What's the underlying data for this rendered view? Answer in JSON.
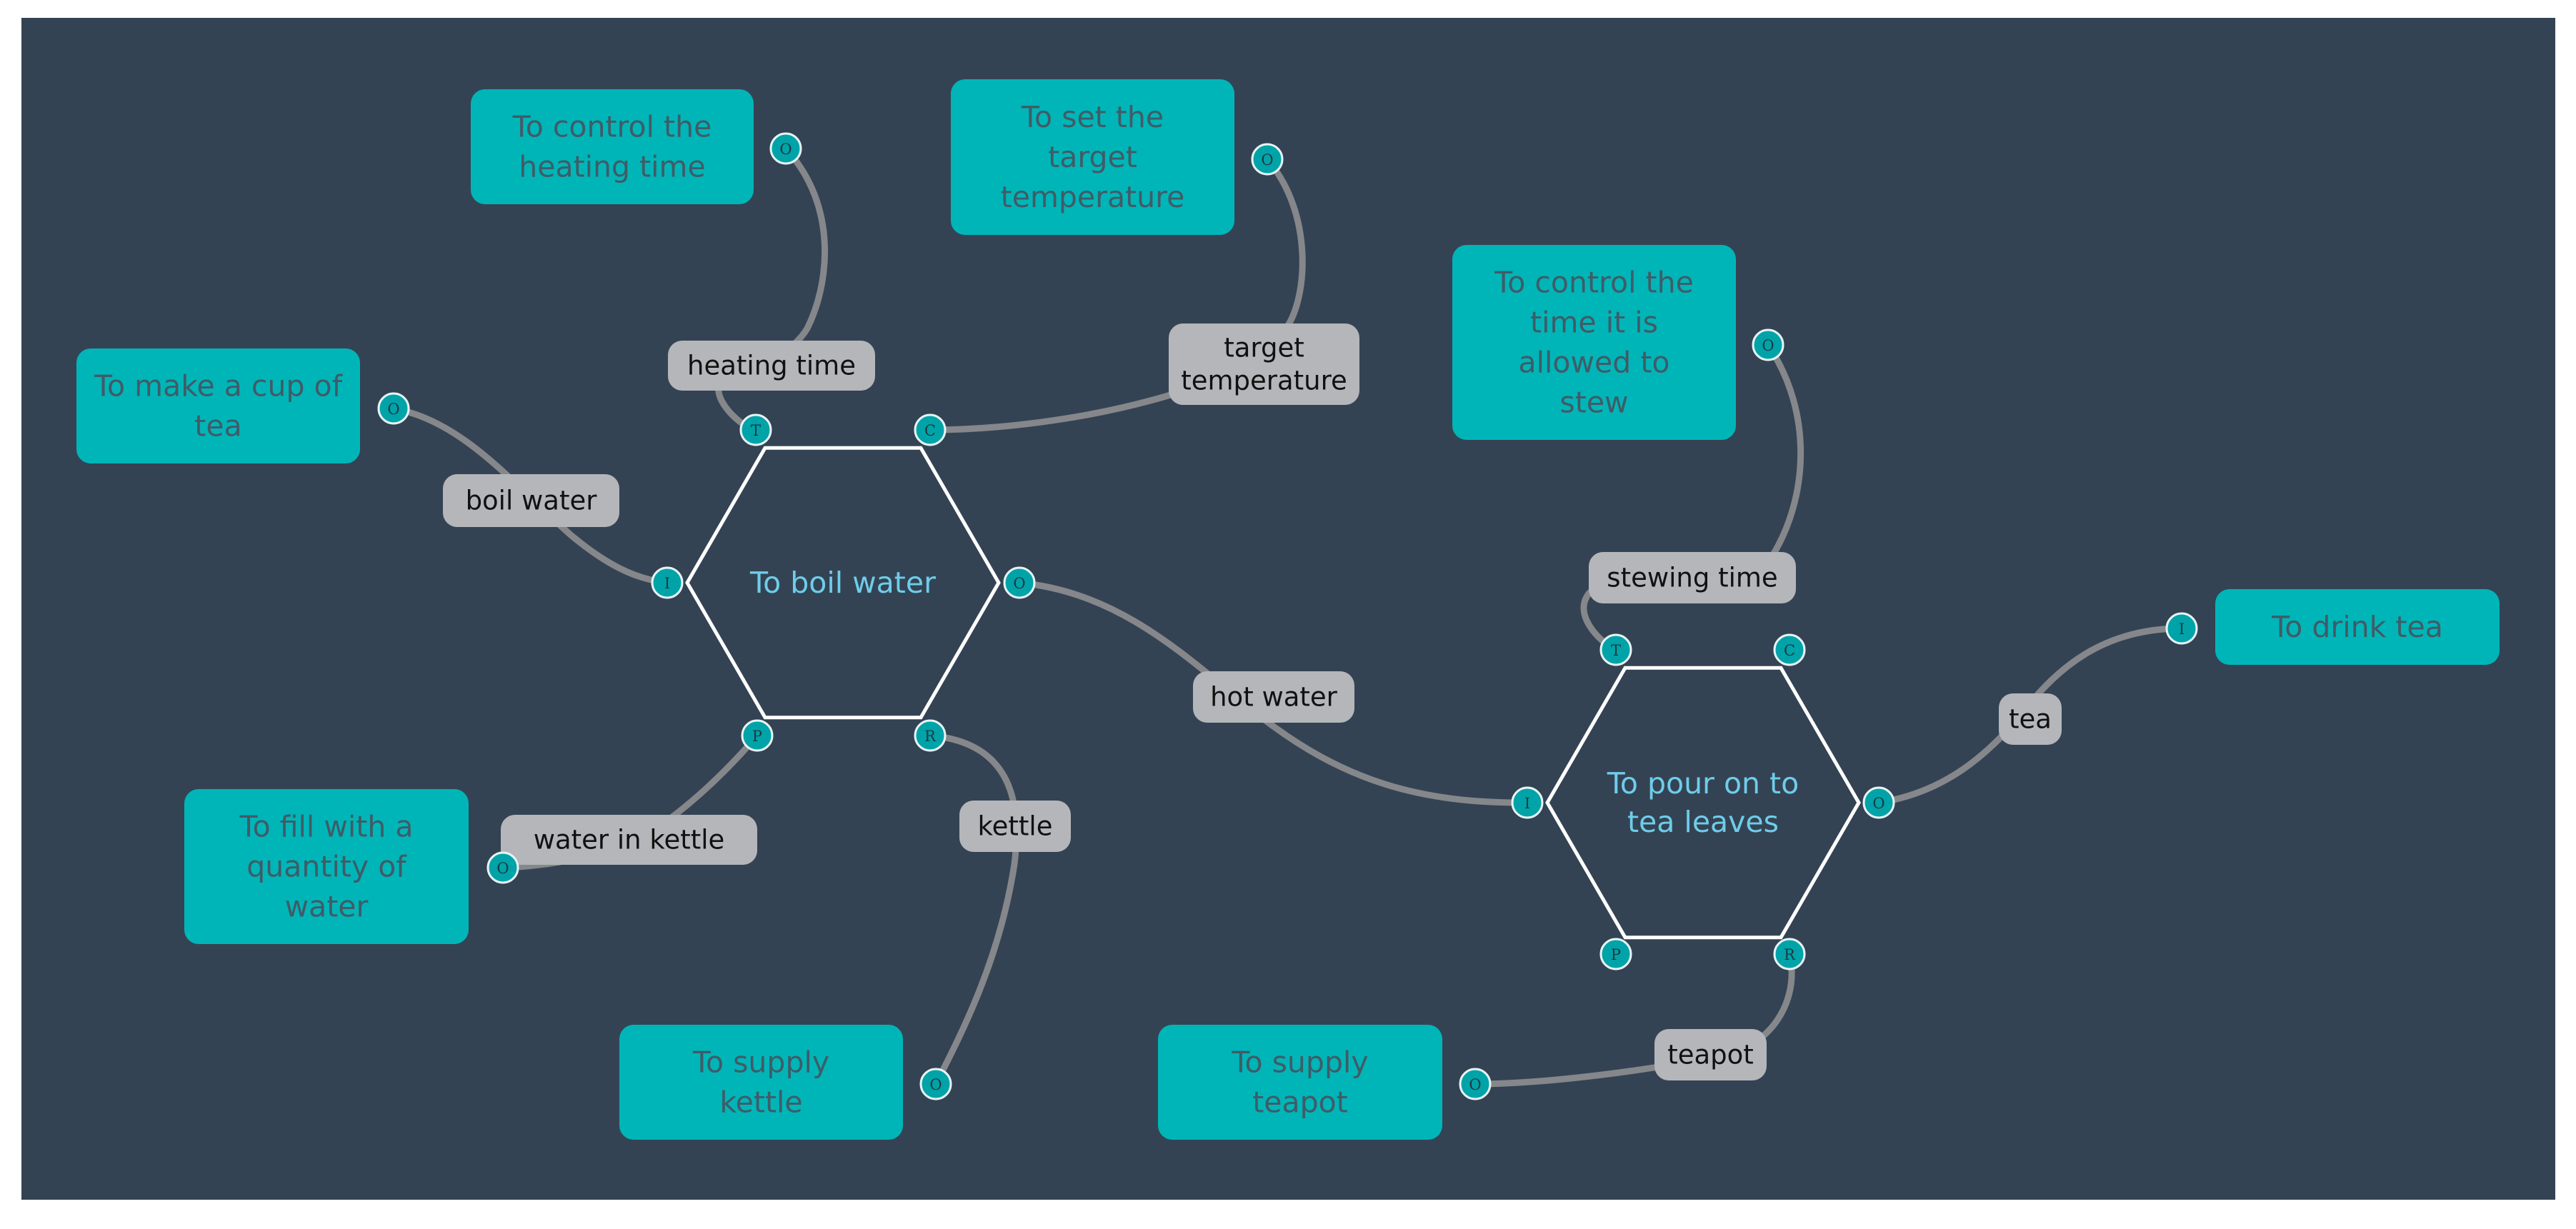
{
  "functions": [
    {
      "id": "boil",
      "lines": [
        "To boil water"
      ]
    },
    {
      "id": "pour",
      "lines": [
        "To pour on to",
        "tea leaves"
      ]
    }
  ],
  "nodes": [
    {
      "id": "control_heating",
      "lines": [
        "To control the",
        "heating time"
      ]
    },
    {
      "id": "set_target",
      "lines": [
        "To set the",
        "target",
        "temperature"
      ]
    },
    {
      "id": "make_cup",
      "lines": [
        "To make a cup of",
        "tea"
      ]
    },
    {
      "id": "fill_water",
      "lines": [
        "To fill with a",
        "quantity of",
        "water"
      ]
    },
    {
      "id": "supply_kettle",
      "lines": [
        "To supply",
        "kettle"
      ]
    },
    {
      "id": "control_stew",
      "lines": [
        "To control the",
        "time it is",
        "allowed to",
        "stew"
      ]
    },
    {
      "id": "drink_tea",
      "lines": [
        "To drink tea"
      ]
    },
    {
      "id": "supply_teapot",
      "lines": [
        "To supply",
        "teapot"
      ]
    }
  ],
  "flows": [
    {
      "id": "heating_time",
      "lines": [
        "heating time"
      ]
    },
    {
      "id": "target_temp",
      "lines": [
        "target",
        "temperature"
      ]
    },
    {
      "id": "boil_water",
      "lines": [
        "boil water"
      ]
    },
    {
      "id": "water_in_kettle",
      "lines": [
        "water in kettle"
      ]
    },
    {
      "id": "kettle",
      "lines": [
        "kettle"
      ]
    },
    {
      "id": "hot_water",
      "lines": [
        "hot water"
      ]
    },
    {
      "id": "stewing_time",
      "lines": [
        "stewing time"
      ]
    },
    {
      "id": "tea",
      "lines": [
        "tea"
      ]
    },
    {
      "id": "teapot",
      "lines": [
        "teapot"
      ]
    }
  ],
  "ports": [
    {
      "id": "boil_T",
      "letter": "T"
    },
    {
      "id": "boil_C",
      "letter": "C"
    },
    {
      "id": "boil_I",
      "letter": "I"
    },
    {
      "id": "boil_O",
      "letter": "O"
    },
    {
      "id": "boil_P",
      "letter": "P"
    },
    {
      "id": "boil_R",
      "letter": "R"
    },
    {
      "id": "pour_T",
      "letter": "T"
    },
    {
      "id": "pour_C",
      "letter": "C"
    },
    {
      "id": "pour_I",
      "letter": "I"
    },
    {
      "id": "pour_O",
      "letter": "O"
    },
    {
      "id": "pour_P",
      "letter": "P"
    },
    {
      "id": "pour_R",
      "letter": "R"
    },
    {
      "id": "control_heating_O",
      "letter": "O"
    },
    {
      "id": "set_target_O",
      "letter": "O"
    },
    {
      "id": "make_cup_O",
      "letter": "O"
    },
    {
      "id": "fill_water_O",
      "letter": "O"
    },
    {
      "id": "supply_kettle_O",
      "letter": "O"
    },
    {
      "id": "control_stew_O",
      "letter": "O"
    },
    {
      "id": "drink_tea_I",
      "letter": "I"
    },
    {
      "id": "supply_teapot_O",
      "letter": "O"
    }
  ],
  "colors": {
    "background": "#344353",
    "node_fill": "#00b5b8",
    "node_text": "#3f5c67",
    "function_text": "#6ecdea",
    "flow_fill": "#b4b6ba",
    "edge": "#85878b",
    "port_fill": "#00a3a8"
  }
}
